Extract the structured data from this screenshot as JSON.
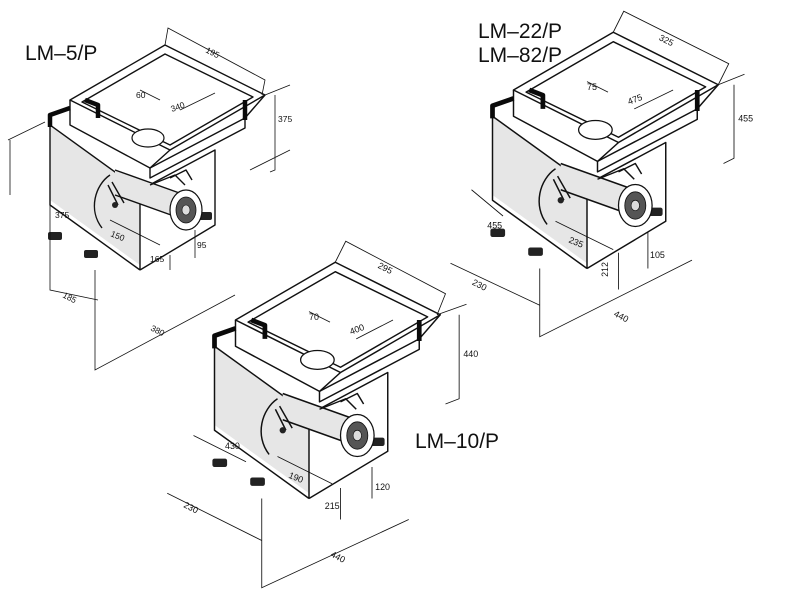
{
  "models": [
    {
      "id": "lm5",
      "label": "LM–5/P",
      "dims": [
        "195",
        "60",
        "340",
        "375",
        "375",
        "150",
        "95",
        "165",
        "185",
        "380"
      ]
    },
    {
      "id": "lm22",
      "label_line1": "LM–22/P",
      "label_line2": "LM–82/P",
      "dims": [
        "325",
        "75",
        "475",
        "455",
        "455",
        "235",
        "105",
        "212",
        "230",
        "440"
      ]
    },
    {
      "id": "lm10",
      "label": "LM–10/P",
      "dims": [
        "295",
        "70",
        "400",
        "440",
        "430",
        "190",
        "120",
        "215",
        "230",
        "440"
      ]
    }
  ]
}
